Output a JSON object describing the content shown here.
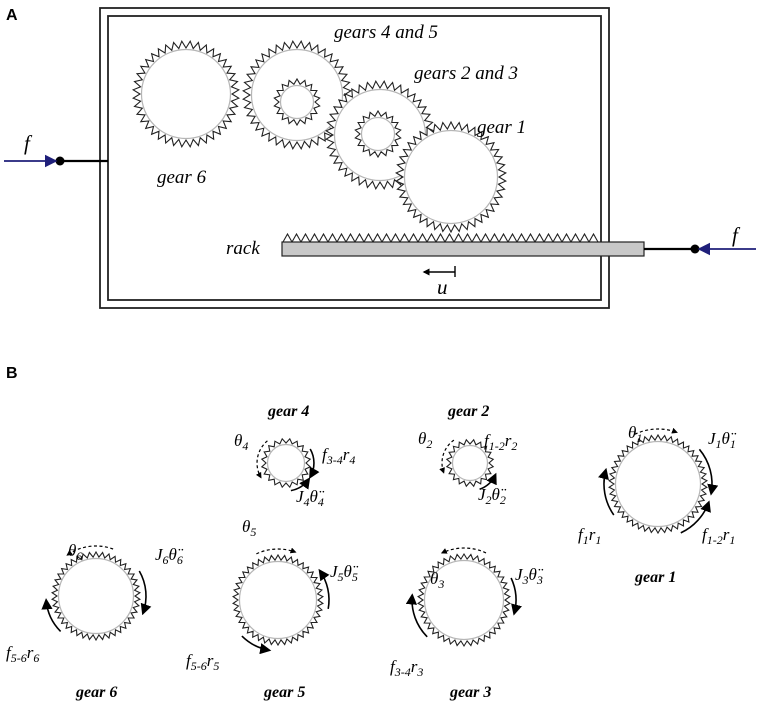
{
  "panel_a": {
    "letter": "A",
    "labels": {
      "gears_4_5": "gears 4 and 5",
      "gears_2_3": "gears 2 and 3",
      "gear_1": "gear 1",
      "gear_6": "gear 6",
      "rack": "rack",
      "force_left": "f",
      "force_right": "f",
      "displacement": "u"
    }
  },
  "panel_b": {
    "letter": "B",
    "gear_names": {
      "gear_1": "gear 1",
      "gear_2": "gear 2",
      "gear_3": "gear 3",
      "gear_4": "gear 4",
      "gear_5": "gear 5",
      "gear_6": "gear 6"
    },
    "symbols": {
      "theta1": [
        "θ",
        "1"
      ],
      "theta2": [
        "θ",
        "2"
      ],
      "theta3": [
        "θ",
        "3"
      ],
      "theta4": [
        "θ",
        "4"
      ],
      "theta5": [
        "θ",
        "5"
      ],
      "theta6": [
        "θ",
        "6"
      ],
      "j1": [
        "J",
        "1",
        "θ̈",
        "1"
      ],
      "j2": [
        "J",
        "2",
        "θ̈",
        "2"
      ],
      "j3": [
        "J",
        "3",
        "θ̈",
        "3"
      ],
      "j4": [
        "J",
        "4",
        "θ̈",
        "4"
      ],
      "j5": [
        "J",
        "5",
        "θ̈",
        "5"
      ],
      "j6": [
        "J",
        "6",
        "θ̈",
        "6"
      ],
      "f1r1": [
        "f",
        "1",
        "r",
        "1"
      ],
      "f12r1": [
        "f",
        "1-2",
        "r",
        "1"
      ],
      "f12r2": [
        "f",
        "1-2",
        "r",
        "2"
      ],
      "f34r3": [
        "f",
        "3-4",
        "r",
        "3"
      ],
      "f34r4": [
        "f",
        "3-4",
        "r",
        "4"
      ],
      "f56r5": [
        "f",
        "5-6",
        "r",
        "5"
      ],
      "f56r6": [
        "f",
        "5-6",
        "r",
        "6"
      ]
    }
  },
  "colors": {
    "force_arrow": "#1f1f7a",
    "rack_fill": "#c8c8c8",
    "gear_rim": "#b5b5b5"
  }
}
